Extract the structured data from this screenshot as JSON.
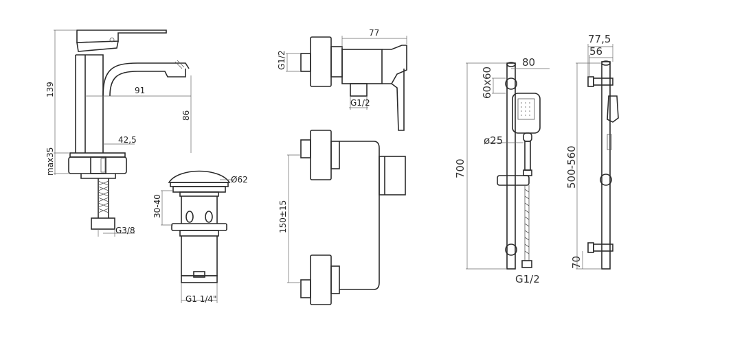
{
  "labels": {
    "faucet_height": "139",
    "faucet_reach": "91",
    "spout_height": "86",
    "base_diameter": "42,5",
    "max_deck": "max35",
    "hose_thread": "G3/8",
    "drain_diameter": "Ø62",
    "drain_range": "30-40",
    "drain_thread": "G1 1/4\"",
    "shower_inlet_left": "G1/2",
    "shower_depth": "77",
    "shower_inlet_bottom": "G1/2",
    "shower_spacing": "150±15",
    "rail_length": "700",
    "head_width": "80",
    "head_size": "60x60",
    "hose_diameter": "ø25",
    "hose_thread_bottom": "G1/2",
    "rail_adjust": "500-560",
    "bracket_depth": "77,5",
    "bracket_inner": "56",
    "bracket_bottom": "70"
  }
}
